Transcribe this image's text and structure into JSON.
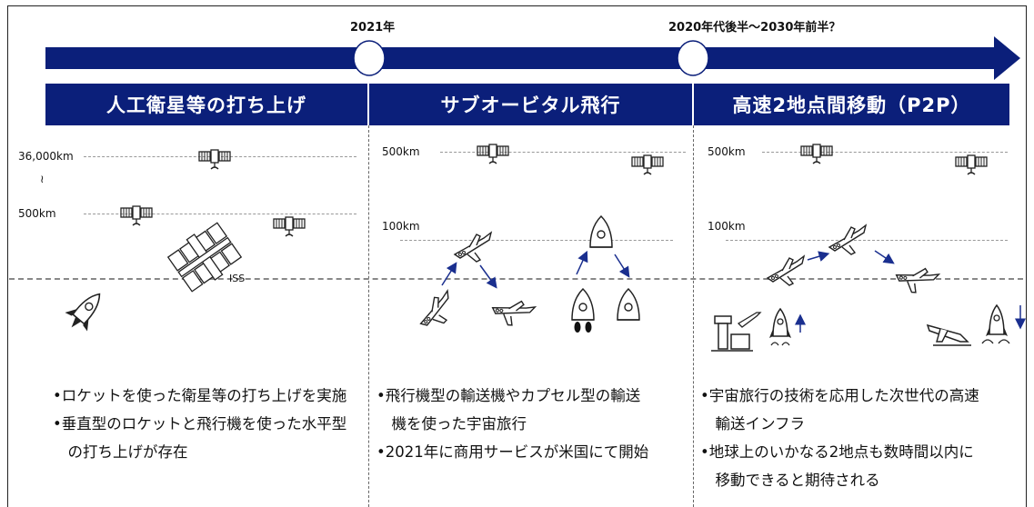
{
  "timeline": {
    "year_markers": [
      "2021年",
      "2020年代後半〜2030年前半？"
    ]
  },
  "columns": [
    {
      "title": "人工衛星等の打ち上げ",
      "altitudes": [
        "36,000km",
        "500km"
      ],
      "iss_label": "ISS",
      "bullets": [
        "•ロケットを使った衛星等の打ち上げを実施",
        "•垂直型のロケットと飛行機を使った水平型",
        "　の打ち上げが存在"
      ]
    },
    {
      "title": "サブオービタル飛行",
      "altitudes": [
        "500km",
        "100km"
      ],
      "bullets": [
        "•飛行機型の輸送機やカプセル型の輸送",
        "　機を使った宇宙旅行",
        "•2021年に商用サービスが米国にて開始"
      ]
    },
    {
      "title": "高速2地点間移動（P2P）",
      "altitudes": [
        "500km",
        "100km"
      ],
      "bullets": [
        "•宇宙旅行の技術を応用した次世代の高速",
        "　輸送インフラ",
        "•地球上のいかなる2地点も数時間以内に",
        "　移動できると期待される"
      ]
    }
  ],
  "colors": {
    "navy": "#0b1f7a",
    "arrow_blue": "#1a2f8f"
  },
  "icons": [
    "satellite-icon",
    "space-station-icon",
    "rocket-icon",
    "spaceplane-icon",
    "capsule-icon",
    "airport-icon",
    "vertical-rocket-icon",
    "airplane-landing-icon"
  ]
}
